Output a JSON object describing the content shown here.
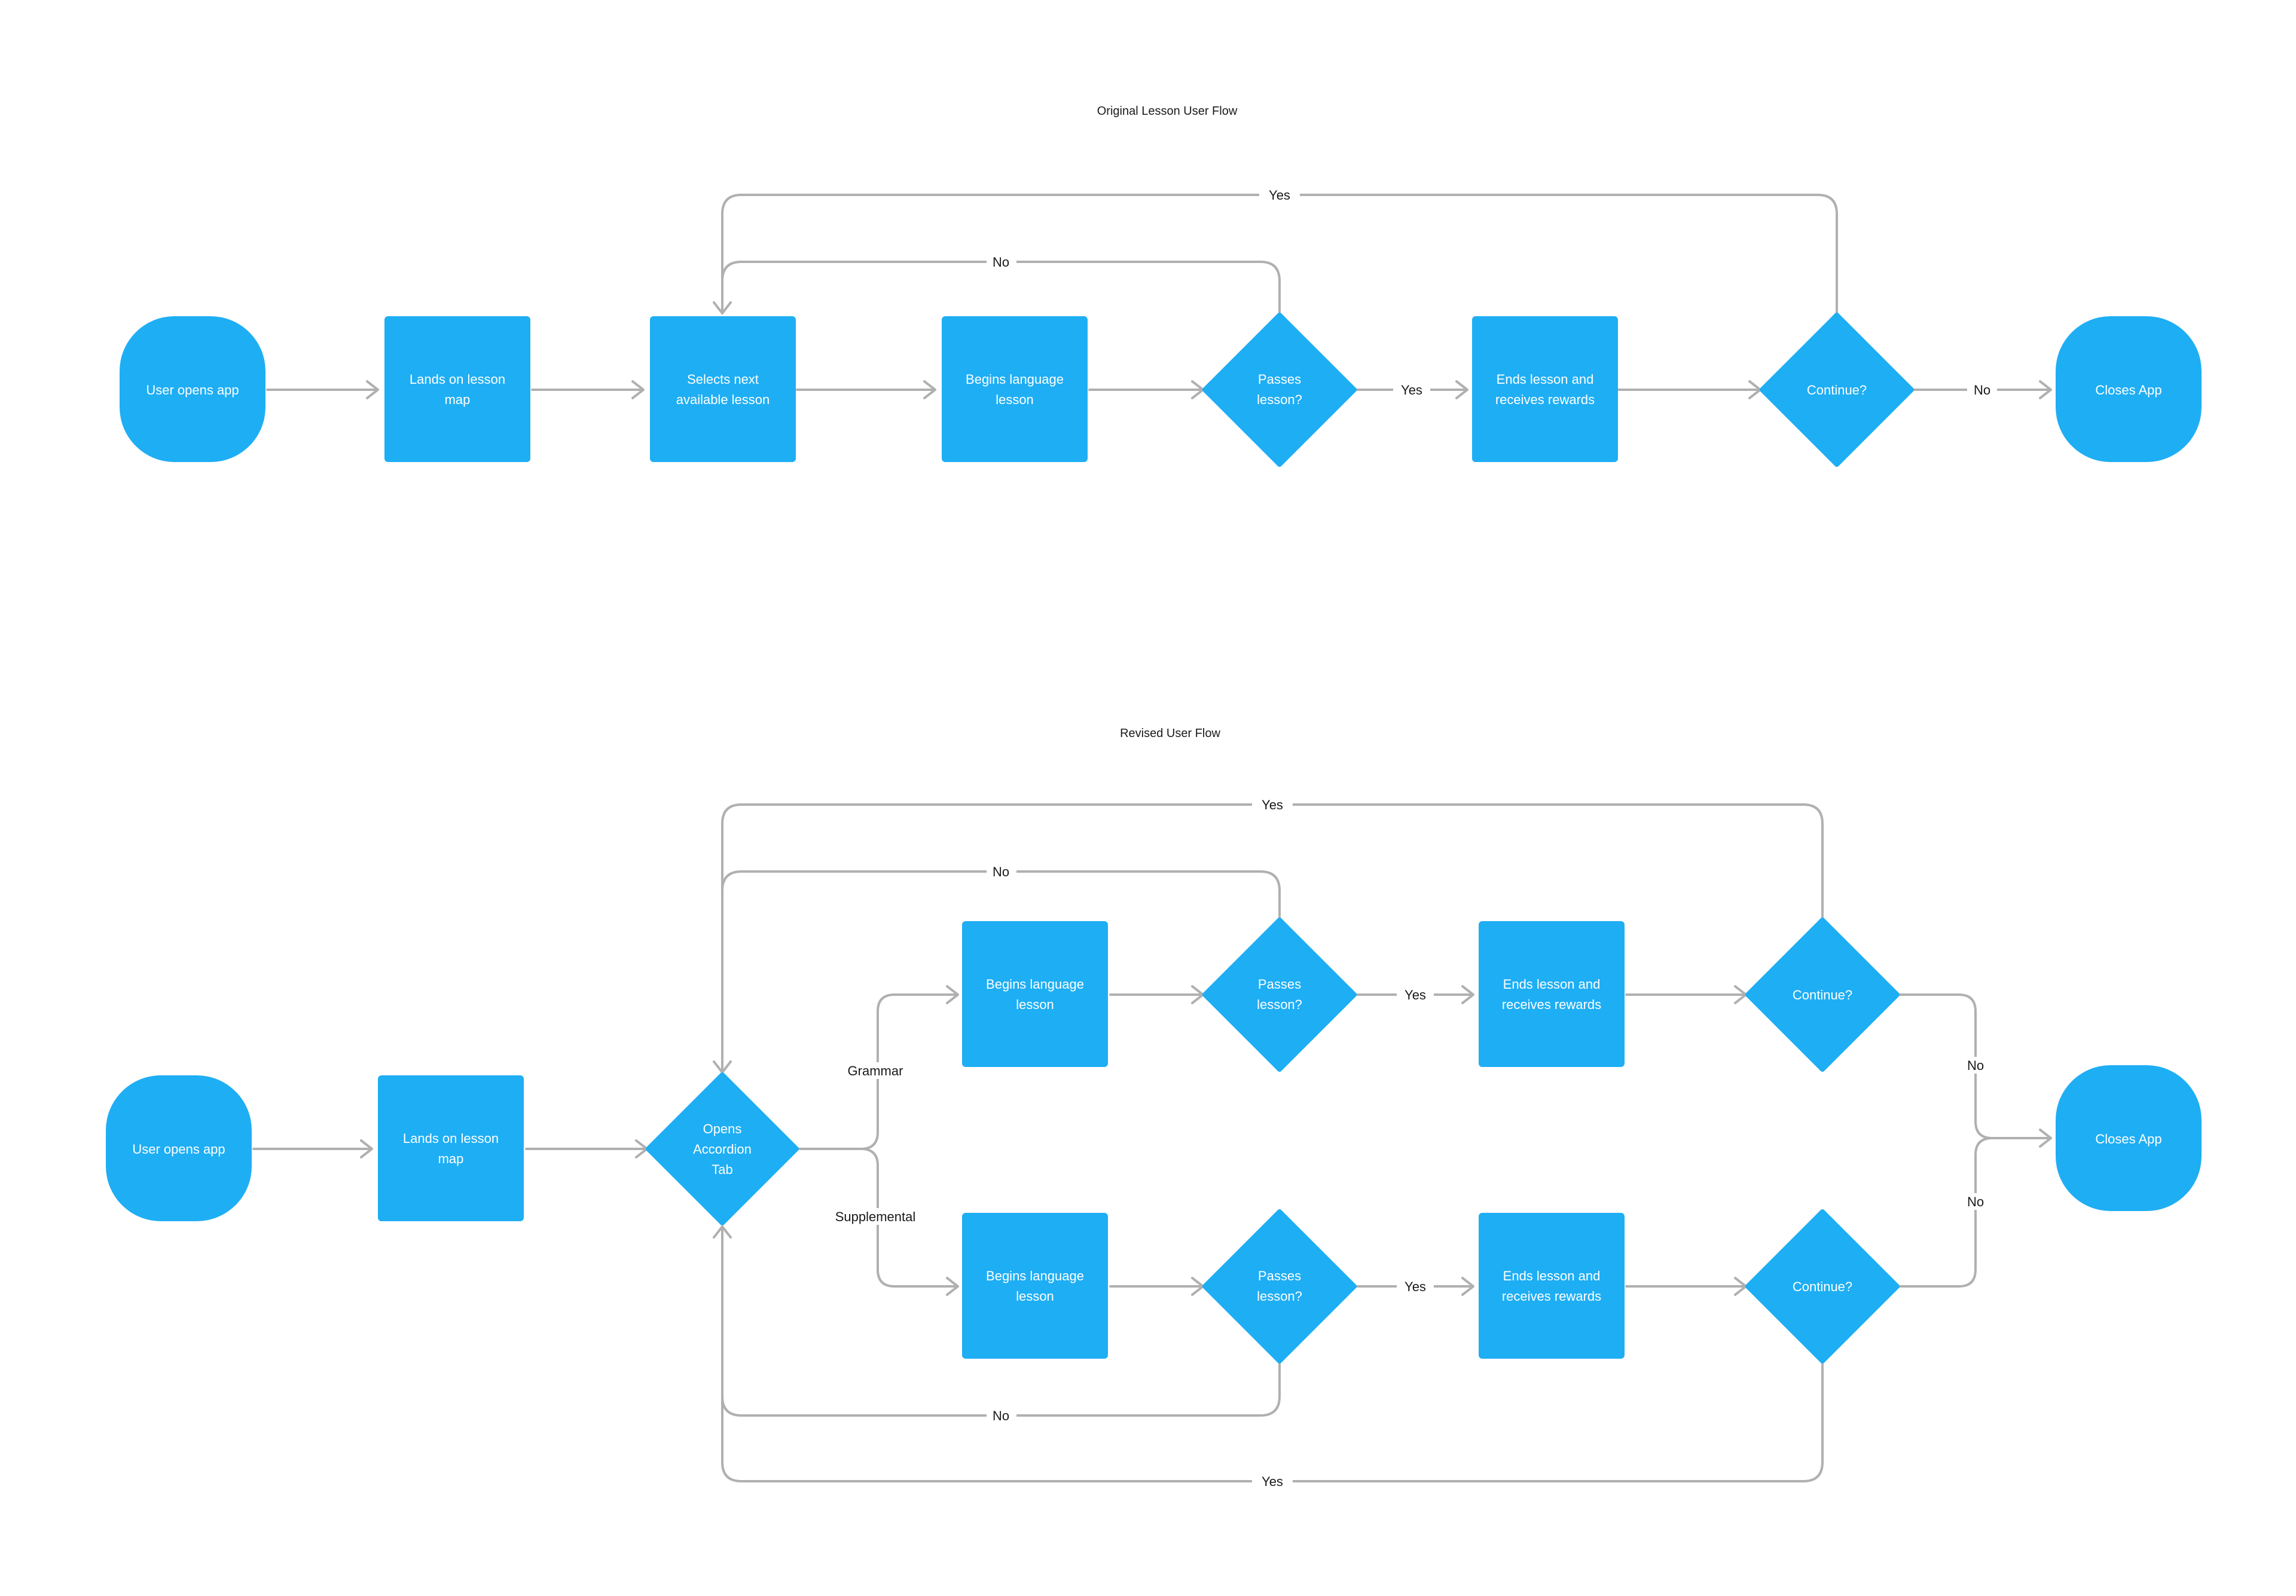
{
  "colors": {
    "node": "#1eaef4",
    "connector": "#b0b0b0",
    "text": "#1a1a1a",
    "background": "#ffffff"
  },
  "original": {
    "title": "Original Lesson User Flow",
    "nodes": {
      "start": "User opens app",
      "map": [
        "Lands on lesson",
        "map"
      ],
      "select": [
        "Selects next",
        "available lesson"
      ],
      "begin": [
        "Begins language",
        "lesson"
      ],
      "passes": [
        "Passes",
        "lesson?"
      ],
      "ends": [
        "Ends lesson and",
        "receives rewards"
      ],
      "continue": "Continue?",
      "close": "Closes App"
    },
    "edges": {
      "yes_top": "Yes",
      "no_top": "No",
      "yes_pass": "Yes",
      "no_close": "No"
    }
  },
  "revised": {
    "title": "Revised User Flow",
    "nodes": {
      "start": "User opens app",
      "map": [
        "Lands on lesson",
        "map"
      ],
      "accordion": [
        "Opens",
        "Accordion",
        "Tab"
      ],
      "begin_grammar": [
        "Begins language",
        "lesson"
      ],
      "passes_grammar": [
        "Passes",
        "lesson?"
      ],
      "ends_grammar": [
        "Ends lesson and",
        "receives rewards"
      ],
      "continue_grammar": "Continue?",
      "begin_supp": [
        "Begins language",
        "lesson"
      ],
      "passes_supp": [
        "Passes",
        "lesson?"
      ],
      "ends_supp": [
        "Ends lesson and",
        "receives rewards"
      ],
      "continue_supp": "Continue?",
      "close": "Closes App"
    },
    "edges": {
      "grammar": "Grammar",
      "supplemental": "Supplemental",
      "yes_top": "Yes",
      "no_top": "No",
      "yes_grammar": "Yes",
      "no_grammar": "No",
      "yes_supp": "Yes",
      "no_supp": "No",
      "no_bottom": "No",
      "yes_bottom": "Yes"
    }
  }
}
